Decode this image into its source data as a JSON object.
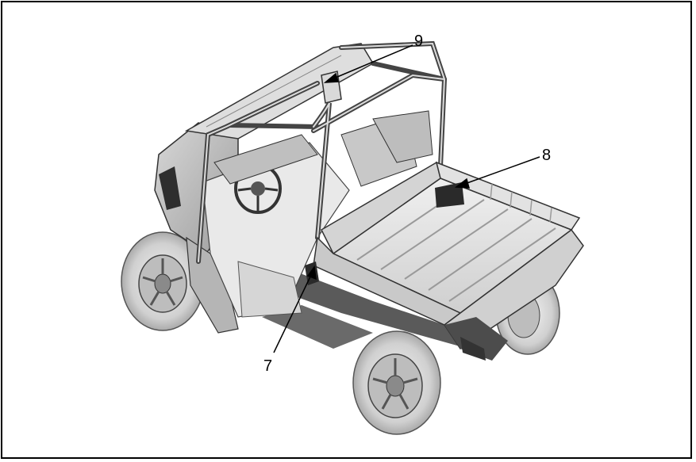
{
  "figure": {
    "illustration": "utility-vehicle-label-locations",
    "callouts": [
      {
        "id": "callout-7",
        "label": "7"
      },
      {
        "id": "callout-8",
        "label": "8"
      },
      {
        "id": "callout-9",
        "label": "9"
      }
    ],
    "colors": {
      "border": "#000000",
      "line": "#000000",
      "body_light": "#e6e6e6",
      "body_mid": "#c4c4c4",
      "body_dark": "#6e6e6e",
      "label_patch": "#2a2a2a"
    }
  }
}
